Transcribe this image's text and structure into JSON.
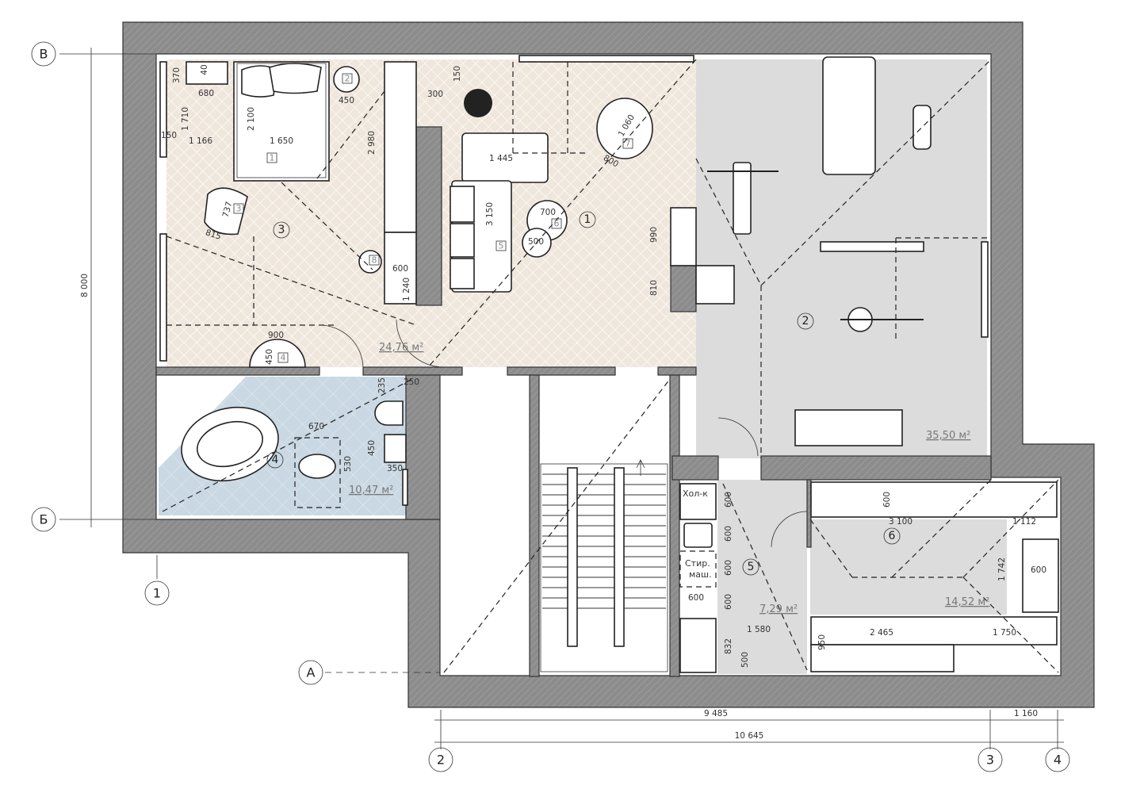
{
  "axes": {
    "v_top": "В",
    "v_mid": "Б",
    "v_bottom": "А",
    "h1": "1",
    "h2": "2",
    "h3": "3",
    "h4": "4"
  },
  "overall_dims": {
    "height": "8 000",
    "span_a": "9 485",
    "span_b": "1 160",
    "total": "10 645"
  },
  "rooms": [
    {
      "number": "1",
      "area": "24,76 м²"
    },
    {
      "number": "2",
      "area": "35,50 м²"
    },
    {
      "number": "3",
      "area": ""
    },
    {
      "number": "4",
      "area": "10,47 м²"
    },
    {
      "number": "5",
      "area": "7,29 м²"
    },
    {
      "number": "6",
      "area": "14,52 м²"
    }
  ],
  "furniture_tags": [
    "1",
    "2",
    "3",
    "4",
    "5",
    "6",
    "7",
    "8"
  ],
  "labels": {
    "fridge": "Хол-к",
    "washer_1": "Стир.",
    "washer_2": "маш."
  },
  "dimensions": [
    "370",
    "40",
    "680",
    "1 710",
    "150",
    "1 166",
    "1 650",
    "2 100",
    "450",
    "2 980",
    "737",
    "815",
    "600",
    "1 240",
    "900",
    "450",
    "150",
    "300",
    "1 445",
    "3 150",
    "700",
    "500",
    "1 060",
    "800",
    "990",
    "810",
    "235",
    "250",
    "670",
    "450",
    "530",
    "350",
    "600",
    "600",
    "600",
    "600",
    "600",
    "1 580",
    "832",
    "500",
    "600",
    "3 100",
    "1 112",
    "1 742",
    "600",
    "950",
    "2 465",
    "1 750"
  ],
  "colors": {
    "wall": "#8c8c8c",
    "living_floor": "#efe6dc",
    "tile_floor": "#c9d8e2",
    "concrete_floor": "#dcdcdc"
  }
}
